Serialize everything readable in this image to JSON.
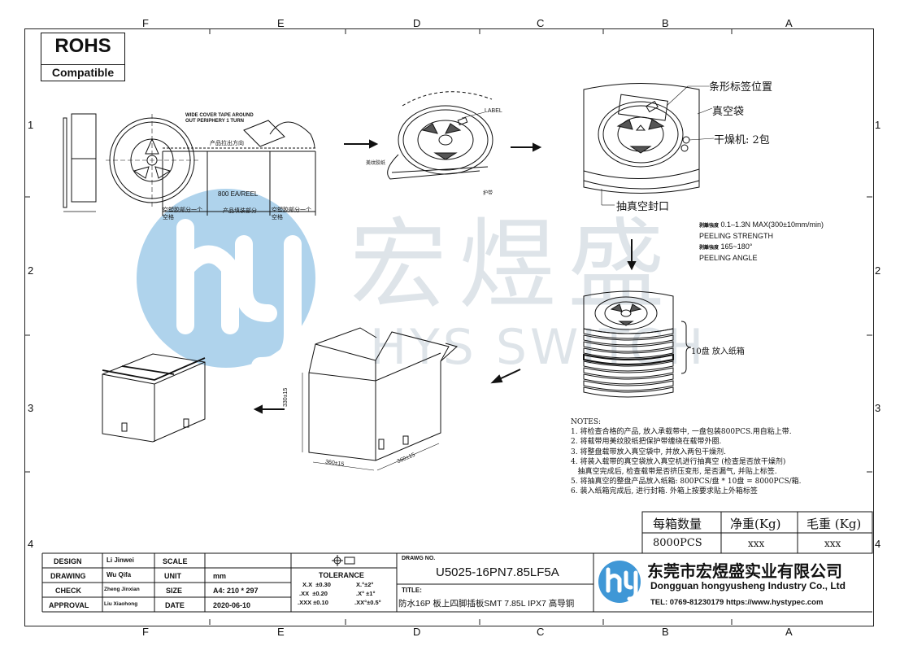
{
  "zones": {
    "columns": [
      "F",
      "E",
      "D",
      "C",
      "B",
      "A"
    ],
    "rows": [
      "1",
      "2",
      "3",
      "4"
    ]
  },
  "rohs": {
    "line1": "ROHS",
    "line2": "Compatible"
  },
  "watermark": {
    "cn": "宏煜盛",
    "en": "HYS SWITCH",
    "color": "#5ea6d6"
  },
  "reel_drawing": {
    "cover_tape": "WIDE COVER TAPE AROUND\nOUT PERIPHERY 1 TURN",
    "direction": "产品拉出方向",
    "qty": "800  EA/REEL",
    "seg_left": "空塑胶部分一个\n空格",
    "seg_mid": "产品填装部分",
    "seg_right": "空塑胶部分一个\n空格"
  },
  "step2": {
    "label": "LABEL",
    "tape": "美纹胶纸",
    "guard": "护带"
  },
  "bag": {
    "barcode": "条形标签位置",
    "vacuum_bag": "真空袋",
    "desiccant": "干燥机: 2包",
    "seal": "抽真空封口"
  },
  "peel": {
    "strength_cn": "剥離強度",
    "strength_val": "0.1–1.3N MAX(300±10mm/min)",
    "strength_en": "PEELING STRENGTH",
    "angle_cn": "剥離強度",
    "angle_val": "165~180°",
    "angle_en": "PEELING ANGLE"
  },
  "stack": {
    "label": "10盘 放入纸箱"
  },
  "box_dims": {
    "height": "330±15",
    "width": "360±15",
    "depth": "360±15"
  },
  "notes": {
    "title": "NOTES:",
    "items": [
      "1. 将检查合格的产品, 放入承载带中, 一盘包装800PCS.用自粘上带.",
      "2. 将载带用美纹胶纸把保护带缠绕在载带外圈.",
      "3. 将整盘载带放入真空袋中, 并放入两包干燥剂.",
      "4. 将装入载带的真空袋放入真空机进行抽真空 (检查是否放干燥剂)",
      "   抽真空完成后, 检查载带是否挤压变形, 是否漏气, 并贴上标签.",
      "5. 将抽真空的整盘产品放入纸箱: 800PCS/盘 * 10盘 = 8000PCS/箱.",
      "6. 装入纸箱完成后, 进行封箱. 外箱上按要求贴上外箱标签"
    ]
  },
  "qty_table": {
    "headers": [
      "每箱数量",
      "净重(Kg)",
      "毛重 (Kg)"
    ],
    "values": [
      "8000PCS",
      "xxx",
      "xxx"
    ]
  },
  "title_block": {
    "design_label": "DESIGN",
    "design_name": "Li Jinwei",
    "drawing_label": "DRAWING",
    "drawing_name": "Wu Qifa",
    "check_label": "CHECK",
    "check_name": "Zheng Jinxian",
    "approval_label": "APPROVAL",
    "approval_name": "Liu Xiaohong",
    "scale_label": "SCALE",
    "scale_value": "",
    "unit_label": "UNIT",
    "unit_value": "mm",
    "size_label": "SIZE",
    "size_value": "A4: 210 * 297",
    "date_label": "DATE",
    "date_value": "2020-06-10",
    "tolerance_title": "TOLERANCE",
    "tol_rows": [
      [
        "X.X  ±0.30",
        "X.°±2°"
      ],
      [
        ".XX  ±0.20",
        ".X° ±1°"
      ],
      [
        ".XXX ±0.10",
        ".XX°±0.5°"
      ]
    ],
    "drawing_no_label": "DRAWG NO.",
    "drawing_no": "U5025-16PN7.85LF5A",
    "title_label": "TITLE:",
    "title_value": "防水16P 板上四脚插板SMT 7.85L IPX7 高导铜",
    "company_cn": "东莞市宏煜盛实业有限公司",
    "company_en": "Dongguan hongyusheng Industry Co., Ltd",
    "company_contact": "TEL: 0769-81230179  https://www.hystypec.com"
  }
}
